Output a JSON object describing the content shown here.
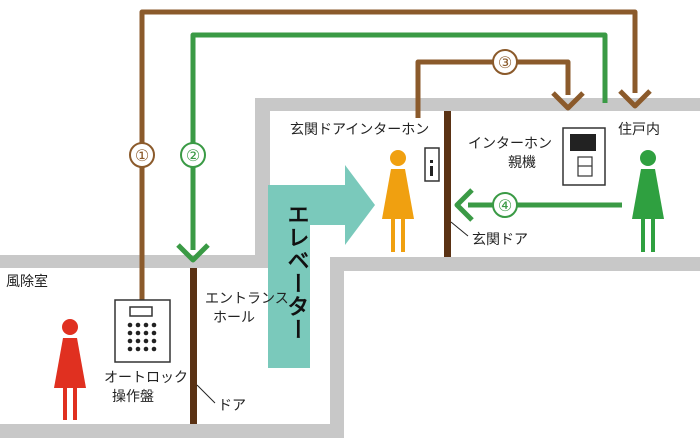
{
  "labels": {
    "vestibule": "風除室",
    "autolock_line1": "オートロック",
    "autolock_line2": "操作盤",
    "door_bottom": "ドア",
    "entrance_line1": "エントランス",
    "entrance_line2": "ホール",
    "elevator": "エレベーター",
    "front_door_intercom": "玄関ドアインターホン",
    "intercom_main_line1": "インターホン",
    "intercom_main_line2": "親機",
    "residence": "住戸内",
    "front_door": "玄関ドア"
  },
  "steps": [
    "①",
    "②",
    "③",
    "④"
  ],
  "colors": {
    "brown_route": "#8b5a2b",
    "green_route": "#3a9a45",
    "wall": "#c8c8c8",
    "door": "#5a3214",
    "elevator_arrow": "#7ac9bb",
    "person_red": "#e03020",
    "person_orange": "#f0a010",
    "person_green": "#2fa040"
  }
}
